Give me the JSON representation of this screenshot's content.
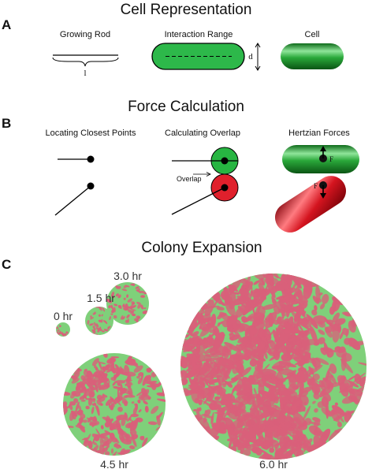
{
  "figure": {
    "panels": [
      {
        "letter": "A",
        "title": "Cell Representation",
        "items": [
          "Growing Rod",
          "Interaction Range",
          "Cell"
        ],
        "symbols": {
          "length": "l",
          "diameter": "d"
        }
      },
      {
        "letter": "B",
        "title": "Force Calculation",
        "items": [
          "Locating Closest Points",
          "Calculating Overlap",
          "Hertzian Forces"
        ],
        "annotations": {
          "overlap": "Overlap",
          "force": "F"
        }
      },
      {
        "letter": "C",
        "title": "Colony Expansion",
        "timepoints": [
          "0 hr",
          "1.5 hr",
          "3.0 hr",
          "4.5 hr",
          "6.0 hr"
        ]
      }
    ],
    "colors": {
      "green": "#7fd07a",
      "red": "#d9607a",
      "cell_green": "#1f9a2e",
      "cell_red": "#d4141f"
    }
  }
}
